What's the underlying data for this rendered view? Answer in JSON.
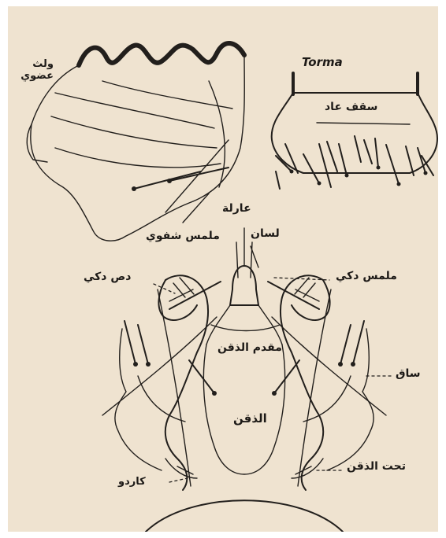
{
  "labels": {
    "top_left": "ولث عضوي",
    "torma": "Torma",
    "roof": "سقف عاد",
    "labrum": "عارلة",
    "lingua": "لسان",
    "hypopharynx_palp": "ملمس شفوي",
    "maxillary_palp_left": "دص دكي",
    "maxillary_palp_right": "ملمس دكي",
    "prementum": "مقدم الذقن",
    "stipes": "ساق",
    "mentum": "الذقن",
    "submentum": "تحت الذقن",
    "cardo": "كاردو"
  },
  "colors": {
    "paper": "#efe3d0",
    "ink": "#221f1c"
  }
}
